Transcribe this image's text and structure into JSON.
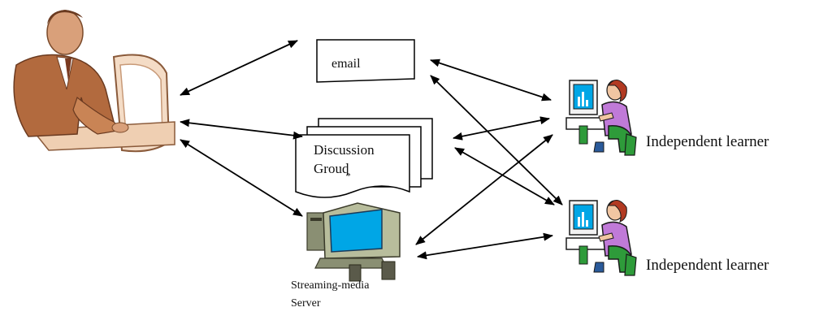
{
  "nodes": {
    "instructor": {
      "icon": "teacher-at-computer-icon"
    },
    "email": {
      "label": "email"
    },
    "discussion_group": {
      "line1": "Discussion",
      "line2": "Grouȡ"
    },
    "server": {
      "icon": "desktop-computer-icon",
      "line1": "Streaming-media",
      "line2": "Server"
    },
    "learner_1": {
      "icon": "learner-at-computer-icon",
      "label": "Independent learner"
    },
    "learner_2": {
      "icon": "learner-at-computer-icon",
      "label": "Independent learner"
    }
  },
  "colors": {
    "arrow": "#000000",
    "skin": "#d9a07a",
    "suit": "#b26a3e",
    "monitor_screen": "#00a6e6",
    "learner_shirt": "#c07ad8",
    "chair": "#2e9b3a"
  }
}
